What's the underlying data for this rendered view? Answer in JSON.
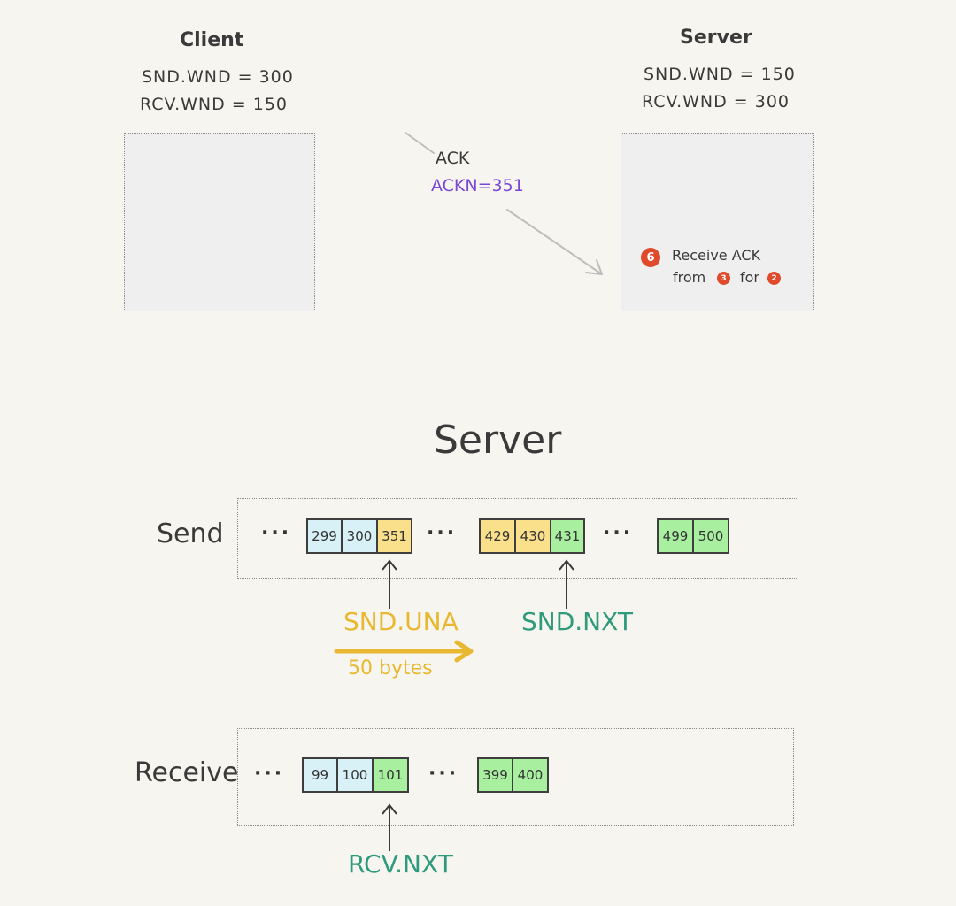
{
  "top": {
    "client": {
      "title": "Client",
      "snd_wnd": "SND.WND = 300",
      "rcv_wnd": "RCV.WND = 150"
    },
    "server": {
      "title": "Server",
      "snd_wnd": "SND.WND = 150",
      "rcv_wnd": "RCV.WND = 300"
    },
    "arrow": {
      "label": "ACK",
      "ackn": "ACKN=351"
    },
    "note": {
      "step": "6",
      "line1": "Receive ACK",
      "line2_prefix": "from",
      "ref_a": "3",
      "line2_mid": "for",
      "ref_b": "2"
    }
  },
  "bottom": {
    "title": "Server",
    "send": {
      "label": "Send",
      "dots": "···",
      "group1": [
        "299",
        "300",
        "351"
      ],
      "group2": [
        "429",
        "430",
        "431"
      ],
      "group3": [
        "499",
        "500"
      ]
    },
    "snd_una": "SND.UNA",
    "snd_nxt": "SND.NXT",
    "bytes": "50 bytes",
    "receive": {
      "label": "Receive",
      "dots": "···",
      "group1": [
        "99",
        "100",
        "101"
      ],
      "group2": [
        "399",
        "400"
      ]
    },
    "rcv_nxt": "RCV.NXT"
  },
  "colors": {
    "blue_cell": "#d7f1f7",
    "yellow_cell": "#fbe08c",
    "green_cell": "#a8f0a0",
    "purple": "#7b47d6",
    "yellow_text": "#e8b830",
    "green_text": "#2f9a7c",
    "badge_red": "#e0492a"
  }
}
